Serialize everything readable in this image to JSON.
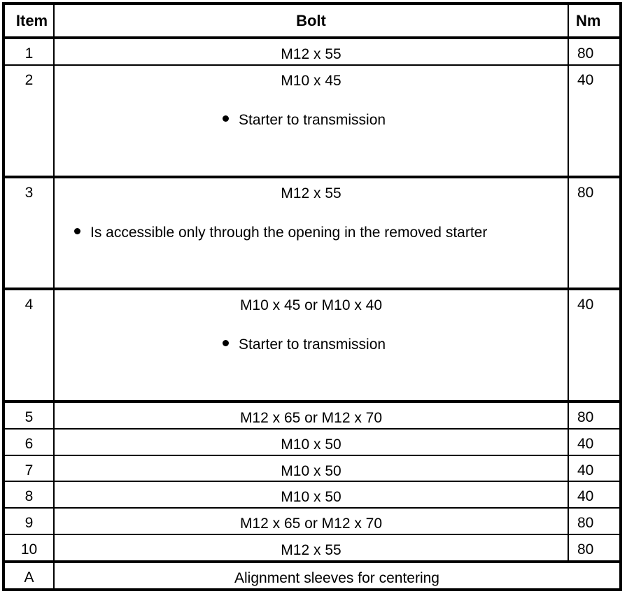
{
  "table": {
    "columns": [
      {
        "key": "item",
        "header": "Item"
      },
      {
        "key": "bolt",
        "header": "Bolt"
      },
      {
        "key": "nm",
        "header": "Nm"
      }
    ],
    "rows": [
      {
        "item": "1",
        "bolt": "M12 x 55",
        "nm": "80",
        "notes": []
      },
      {
        "item": "2",
        "bolt": "M10 x 45",
        "nm": "40",
        "notes": [
          "Starter to transmission"
        ]
      },
      {
        "item": "3",
        "bolt": "M12 x 55",
        "nm": "80",
        "notes": [
          "Is accessible only through the opening in the removed starter"
        ]
      },
      {
        "item": "4",
        "bolt": "M10 x 45 or M10 x 40",
        "nm": "40",
        "notes": [
          "Starter to transmission"
        ]
      },
      {
        "item": "5",
        "bolt": "M12 x 65 or M12 x 70",
        "nm": "80",
        "notes": []
      },
      {
        "item": "6",
        "bolt": "M10 x 50",
        "nm": "40",
        "notes": []
      },
      {
        "item": "7",
        "bolt": "M10 x 50",
        "nm": "40",
        "notes": []
      },
      {
        "item": "8",
        "bolt": "M10 x 50",
        "nm": "40",
        "notes": []
      },
      {
        "item": "9",
        "bolt": "M12 x 65 or M12 x 70",
        "nm": "80",
        "notes": []
      },
      {
        "item": "10",
        "bolt": "M12 x 55",
        "nm": "80",
        "notes": []
      },
      {
        "item": "A",
        "bolt": "Alignment sleeves for centering",
        "nm": "",
        "merged": true,
        "notes": []
      }
    ]
  },
  "style": {
    "border_color": "#000000",
    "background": "#ffffff",
    "text_color": "#000000"
  }
}
